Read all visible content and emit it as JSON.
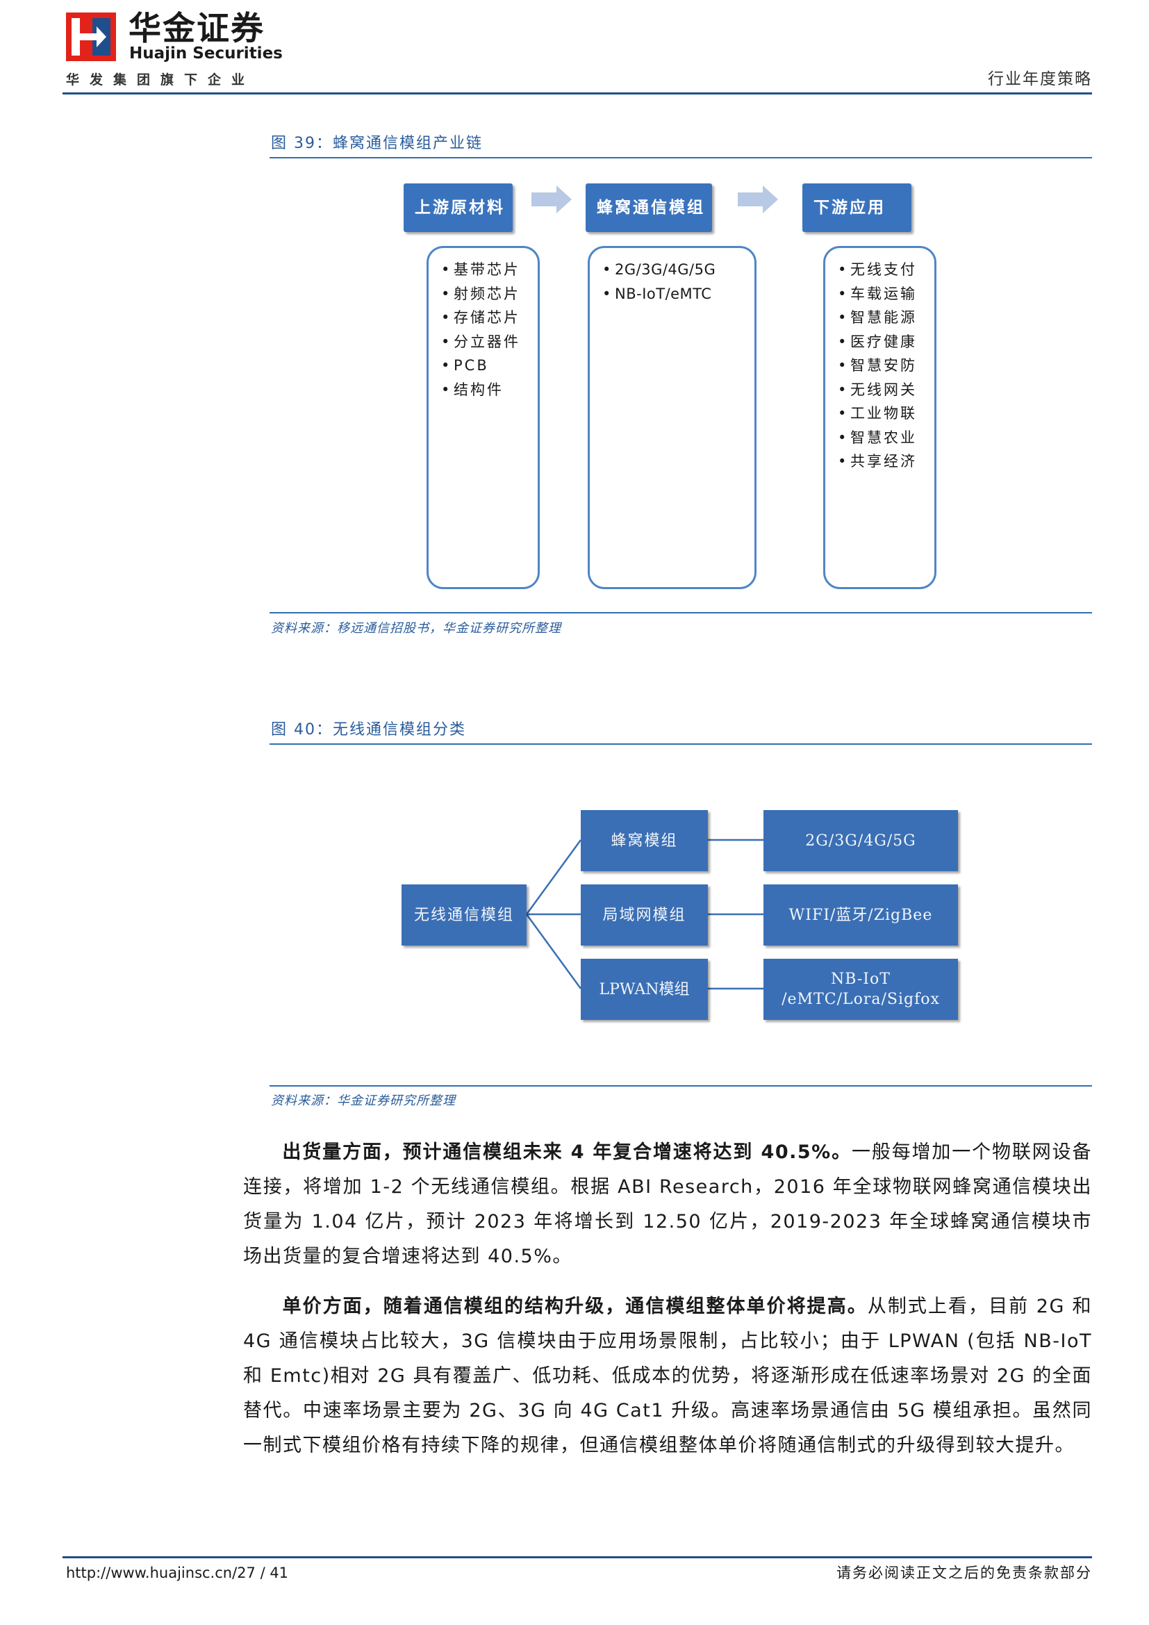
{
  "header": {
    "logo_cn": "华金证券",
    "logo_en": "Huajin Securities",
    "group_name": "华发集团旗下企业",
    "report_type": "行业年度策略",
    "brand_colors": {
      "red": "#e2231a",
      "blue": "#1f4e8c"
    }
  },
  "figure39": {
    "title": "图 39：蜂窝通信模组产业链",
    "source": "资料来源：移远通信招股书，华金证券研究所整理",
    "columns": [
      {
        "header": "上游原材料",
        "items": [
          "基带芯片",
          "射频芯片",
          "存储芯片",
          "分立器件",
          "PCB",
          "结构件"
        ]
      },
      {
        "header": "蜂窝通信模组",
        "items": [
          "2G/3G/4G/5G",
          "NB-IoT/eMTC"
        ]
      },
      {
        "header": "下游应用",
        "items": [
          "无线支付",
          "车载运输",
          "智慧能源",
          "医疗健康",
          "智慧安防",
          "无线网关",
          "工业物联",
          "智慧农业",
          "共享经济"
        ]
      }
    ]
  },
  "figure40": {
    "title": "图 40：无线通信模组分类",
    "source": "资料来源：华金证券研究所整理",
    "root": "无线通信模组",
    "branches": [
      {
        "name": "蜂窝模组",
        "leaf": "2G/3G/4G/5G"
      },
      {
        "name": "局域网模组",
        "leaf": "WIFI/蓝牙/ZigBee"
      },
      {
        "name": "LPWAN模组",
        "leaf": "NB-IoT\n/eMTC/Lora/Sigfox"
      }
    ]
  },
  "paragraphs": [
    {
      "lead": "出货量方面，预计通信模组未来 4 年复合增速将达到 40.5%。",
      "body": "一般每增加一个物联网设备连接，将增加 1-2 个无线通信模组。根据 ABI Research，2016 年全球物联网蜂窝通信模块出货量为 1.04 亿片，预计 2023 年将增长到 12.50 亿片，2019-2023 年全球蜂窝通信模块市场出货量的复合增速将达到 40.5%。"
    },
    {
      "lead": "单价方面，随着通信模组的结构升级，通信模组整体单价将提高。",
      "body": "从制式上看，目前 2G 和 4G 通信模块占比较大，3G 信模块由于应用场景限制，占比较小；由于 LPWAN (包括 NB-IoT 和 Emtc)相对 2G 具有覆盖广、低功耗、低成本的优势，将逐渐形成在低速率场景对 2G 的全面替代。中速率场景主要为 2G、3G 向 4G Cat1 升级。高速率场景通信由 5G 模组承担。虽然同一制式下模组价格有持续下降的规律，但通信模组整体单价将随通信制式的升级得到较大提升。"
    }
  ],
  "footer": {
    "url_page": "http://www.huajinsc.cn/27 / 41",
    "disclaimer": "请务必阅读正文之后的免责条款部分"
  }
}
